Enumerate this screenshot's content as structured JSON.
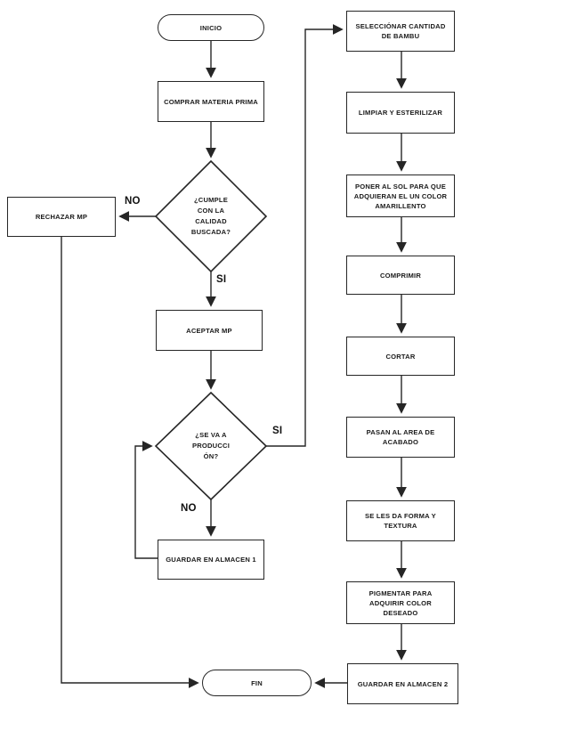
{
  "diagram": {
    "type": "flowchart",
    "colors": {
      "stroke": "#262626",
      "node_fill": "#ffffff",
      "text": "#1a1a1a",
      "background": "#ffffff"
    },
    "nodes": [
      {
        "id": "inicio",
        "type": "terminator",
        "label": "INICIO"
      },
      {
        "id": "comprar",
        "type": "process",
        "label": "COMPRAR MATERIA PRIMA"
      },
      {
        "id": "cumple",
        "type": "decision",
        "label": "¿CUMPLE CON LA CALIDAD BUSCADA?"
      },
      {
        "id": "rechazar",
        "type": "process",
        "label": "RECHAZAR MP"
      },
      {
        "id": "aceptar",
        "type": "process",
        "label": "ACEPTAR MP"
      },
      {
        "id": "seva",
        "type": "decision",
        "label": "¿SE VA A PRODUCCIÓN?"
      },
      {
        "id": "guardar1",
        "type": "process",
        "label": "GUARDAR EN ALMACEN 1"
      },
      {
        "id": "fin",
        "type": "terminator",
        "label": "FIN"
      },
      {
        "id": "seleccionar",
        "type": "process",
        "label": "SELECCIÓNAR CANTIDAD DE BAMBU"
      },
      {
        "id": "limpiar",
        "type": "process",
        "label": "LIMPIAR Y ESTERILIZAR"
      },
      {
        "id": "poner",
        "type": "process",
        "label": "PONER AL SOL PARA QUE ADQUIERAN EL UN COLOR AMARILLENTO"
      },
      {
        "id": "comprimir",
        "type": "process",
        "label": "COMPRIMIR"
      },
      {
        "id": "cortar",
        "type": "process",
        "label": "CORTAR"
      },
      {
        "id": "pasan",
        "type": "process",
        "label": "PASAN AL AREA DE ACABADO"
      },
      {
        "id": "forma",
        "type": "process",
        "label": "SE LES DA FORMA Y TEXTURA"
      },
      {
        "id": "pigmentar",
        "type": "process",
        "label": "PIGMENTAR PARA ADQUIRIR COLOR DESEADO"
      },
      {
        "id": "guardar2",
        "type": "process",
        "label": "GUARDAR EN ALMACEN 2"
      }
    ],
    "edges": [
      {
        "from": "inicio",
        "to": "comprar",
        "label": ""
      },
      {
        "from": "comprar",
        "to": "cumple",
        "label": ""
      },
      {
        "from": "cumple",
        "to": "rechazar",
        "label": "NO"
      },
      {
        "from": "cumple",
        "to": "aceptar",
        "label": "SI"
      },
      {
        "from": "rechazar",
        "to": "fin",
        "label": ""
      },
      {
        "from": "aceptar",
        "to": "seva",
        "label": ""
      },
      {
        "from": "seva",
        "to": "seleccionar",
        "label": "SI"
      },
      {
        "from": "seva",
        "to": "guardar1",
        "label": "NO"
      },
      {
        "from": "guardar1",
        "to": "seva",
        "label": ""
      },
      {
        "from": "seleccionar",
        "to": "limpiar",
        "label": ""
      },
      {
        "from": "limpiar",
        "to": "poner",
        "label": ""
      },
      {
        "from": "poner",
        "to": "comprimir",
        "label": ""
      },
      {
        "from": "comprimir",
        "to": "cortar",
        "label": ""
      },
      {
        "from": "cortar",
        "to": "pasan",
        "label": ""
      },
      {
        "from": "pasan",
        "to": "forma",
        "label": ""
      },
      {
        "from": "forma",
        "to": "pigmentar",
        "label": ""
      },
      {
        "from": "pigmentar",
        "to": "guardar2",
        "label": ""
      },
      {
        "from": "guardar2",
        "to": "fin",
        "label": ""
      }
    ]
  }
}
